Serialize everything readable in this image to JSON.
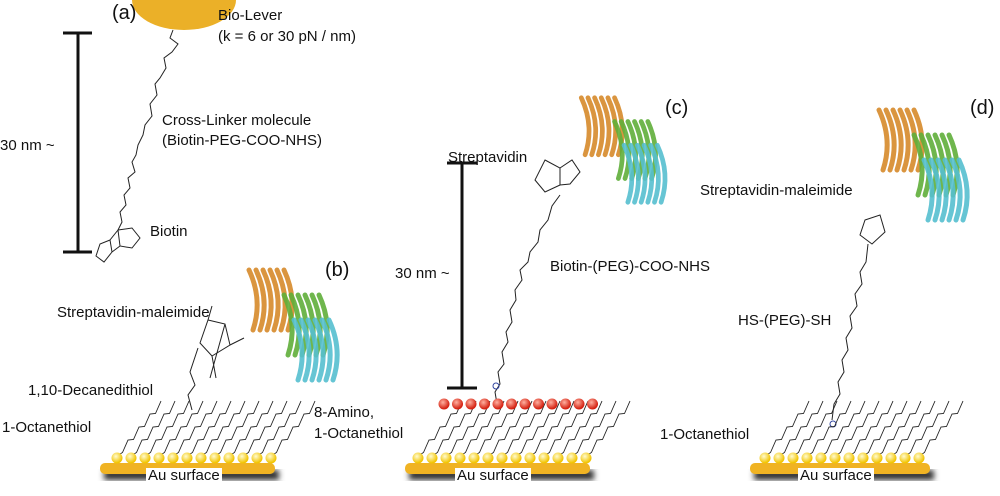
{
  "panels": {
    "a": {
      "label": "(a)",
      "lever": "Bio-Lever",
      "lever_k": "(k = 6 or 30 pN / nm)",
      "linker": "Cross-Linker molecule",
      "linker_formula": "(Biotin-PEG-COO-NHS)",
      "biotin": "Biotin",
      "scale": "30 nm ~"
    },
    "b": {
      "label": "(b)",
      "protein": "Streptavidin-maleimide",
      "dithiol": "1,10-Decanedithiol",
      "sam": "1-Octanethiol",
      "surface": "Au surface"
    },
    "c": {
      "label": "(c)",
      "protein": "Streptavidin",
      "linker": "Biotin-(PEG)-COO-NHS",
      "scale": "30 nm ~",
      "sam_line1": "8-Amino,",
      "sam_line2": "1-Octanethiol",
      "surface": "Au surface"
    },
    "d": {
      "label": "(d)",
      "protein": "Streptavidin-maleimide",
      "linker": "HS-(PEG)-SH",
      "sam": "1-Octanethiol",
      "surface": "Au surface"
    }
  },
  "colors": {
    "gold": "#f0b323",
    "gold_ball": "#f7d21c",
    "amine_ball": "#e8321e",
    "strand_orange": "#d68a2a",
    "strand_green": "#5fae3a",
    "strand_cyan": "#55bfcf"
  }
}
